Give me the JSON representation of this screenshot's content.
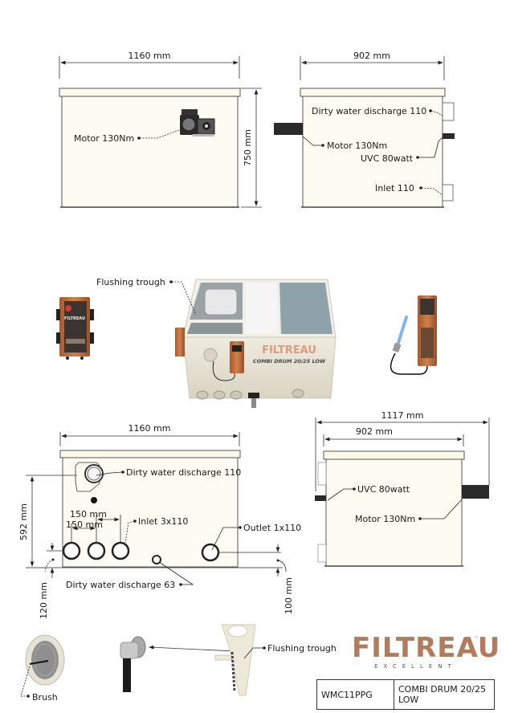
{
  "title_block": {
    "code": "WMC11PPG",
    "product": "COMBI DRUM 20/25 LOW"
  },
  "logo": {
    "brand": "FILTREAU",
    "trademark": "™",
    "tagline": "EXCELLENT"
  },
  "front_view": {
    "width_dim": "1160 mm",
    "height_dim": "750 mm",
    "labels": {
      "motor": "Motor 130Nm"
    }
  },
  "side_view": {
    "width_dim": "902 mm",
    "labels": {
      "dirty_discharge": "Dirty water discharge 110",
      "motor": "Motor 130Nm",
      "uvc": "UVC 80watt",
      "inlet": "Inlet 110"
    }
  },
  "render_view": {
    "labels": {
      "flushing_trough": "Flushing trough"
    },
    "tank_brand": "FILTREAU",
    "tank_model": "COMBI DRUM 20/25 LOW",
    "colors": {
      "accent": "#c8703e",
      "tank": "#e8e4d6"
    }
  },
  "back_view": {
    "width_dim": "1160 mm",
    "height_dim": "592 mm",
    "spacing_1": "150 mm",
    "spacing_2": "150 mm",
    "bottom_left_dim": "120 mm",
    "bottom_right_dim": "100 mm",
    "labels": {
      "dirty_discharge_110": "Dirty water discharge 110",
      "inlet": "Inlet 3x110",
      "outlet": "Outlet 1x110",
      "dirty_discharge_63": "Dirty water discharge 63"
    }
  },
  "side_view_2": {
    "overall_dim": "1117 mm",
    "width_dim": "902 mm",
    "labels": {
      "uvc": "UVC 80watt",
      "motor": "Motor 130Nm"
    }
  },
  "parts": {
    "brush": "Brush",
    "flushing_trough": "Flushing trough"
  }
}
